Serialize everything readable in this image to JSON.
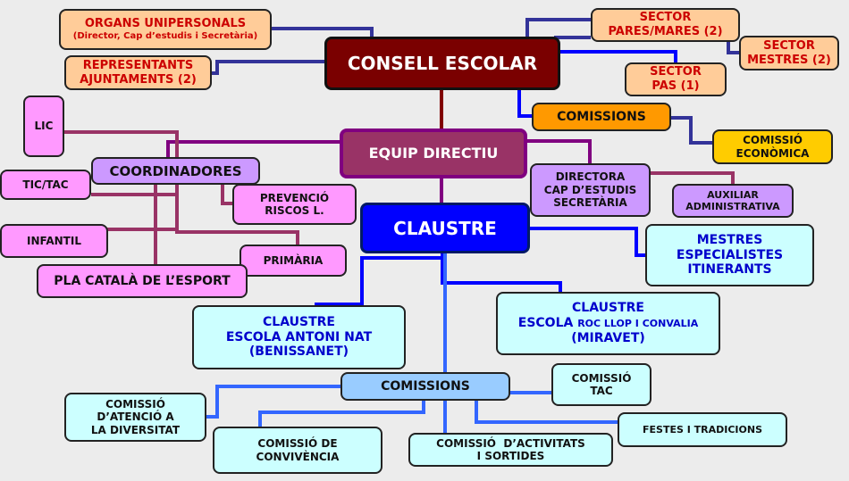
{
  "nodes": {
    "consell": "CONSELL ESCOLAR",
    "organs": {
      "line1": "ORGANS UNIPERSONALS",
      "line2": "(Director, Cap d’estudis i Secretària)"
    },
    "representants": {
      "line1": "REPRESENTANTS",
      "line2": "AJUNTAMENTS (2)"
    },
    "sector_pares": {
      "line1": "SECTOR",
      "line2": "PARES/MARES (2)"
    },
    "sector_mestres": {
      "line1": "SECTOR",
      "line2": "MESTRES (2)"
    },
    "sector_pas": {
      "line1": "SECTOR",
      "line2": "PAS (1)"
    },
    "comissions_consell": "COMISSIONS",
    "comissio_economica": {
      "line1": "COMISSIÓ",
      "line2": "ECONÒMICA"
    },
    "equip_directiu": "EQUIP DIRECTIU",
    "lic": "LIC",
    "coordinadores": "COORDINADORES",
    "tic_tac": "TIC/TAC",
    "prevencio": {
      "line1": "PREVENCIÓ",
      "line2": "RISCOS L."
    },
    "infantil": "INFANTIL",
    "primaria": "PRIMÀRIA",
    "pla_catala": "PLA CATALÀ DE L’ESPORT",
    "directora": {
      "line1": "DIRECTORA",
      "line2": "CAP D’ESTUDIS",
      "line3": "SECRETÀRIA"
    },
    "auxiliar": {
      "line1": "AUXILIAR",
      "line2": "ADMINISTRATIVA"
    },
    "claustre": "CLAUSTRE",
    "mestres_especialistes": {
      "line1": "MESTRES",
      "line2": "ESPECIALISTES",
      "line3": "ITINERANTS"
    },
    "claustre_antoni": {
      "line1": "CLAUSTRE",
      "line2": "ESCOLA ANTONI NAT",
      "line3": "(BENISSANET)"
    },
    "claustre_roc": {
      "line1": "CLAUSTRE",
      "line2a": "ESCOLA",
      "line2b": "ROC LLOP I CONVALIA",
      "line3": "(MIRAVET)"
    },
    "comissions_claustre": "COMISSIONS",
    "comissio_tac": {
      "line1": "COMISSIÓ",
      "line2": "TAC"
    },
    "comissio_diversitat": {
      "line1": "COMISSIÓ",
      "line2": "D’ATENCIÓ A",
      "line3": "LA DIVERSITAT"
    },
    "festes": "FESTES I TRADICIONS",
    "comissio_convivencia": {
      "line1": "COMISSIÓ DE",
      "line2": "CONVIVÈNCIA"
    },
    "comissio_activitats": {
      "line1": "COMISSIÓ  D’ACTIVITATS",
      "line2": "I SORTIDES"
    }
  },
  "colors": {
    "consell_fill": "#7a0000",
    "equip_fill": "#993366",
    "claustre_fill": "#0000ff",
    "navy_line": "#333399",
    "blue_line": "#0000ff",
    "light_blue_line": "#3366ff",
    "magenta_line": "#993366",
    "purple_line": "#800080"
  }
}
